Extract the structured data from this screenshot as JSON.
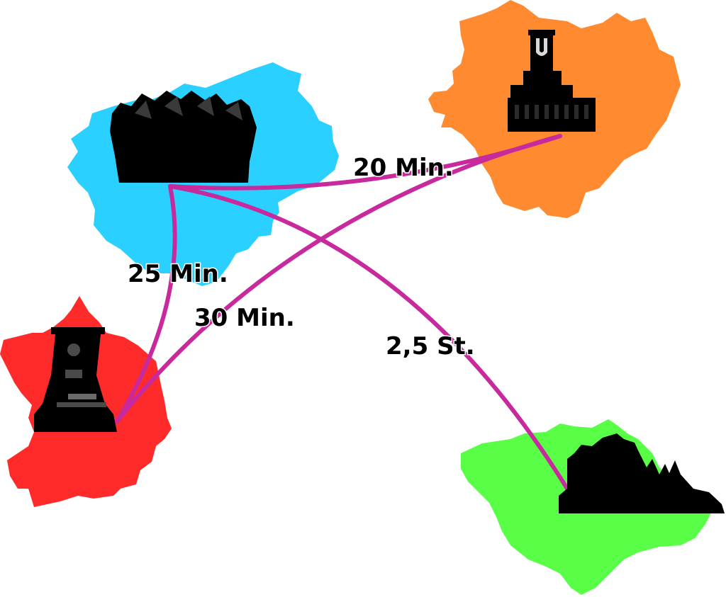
{
  "colors": {
    "blue_region": "#2ad0ff",
    "orange_region": "#ff8a2f",
    "red_region": "#ff2a2a",
    "green_region": "#58ff46",
    "route_line": "#c82a9d",
    "silhouette": "#000000"
  },
  "regions": [
    {
      "name": "blue-region",
      "landmark_icon": "crown-building-icon"
    },
    {
      "name": "orange-region",
      "landmark_icon": "u-tower-icon"
    },
    {
      "name": "red-region",
      "landmark_icon": "mine-headframe-icon"
    },
    {
      "name": "green-region",
      "landmark_icon": "castle-icon"
    }
  ],
  "routes": [
    {
      "from": "blue-region",
      "to": "orange-region",
      "label": "20 Min."
    },
    {
      "from": "blue-region",
      "to": "red-region",
      "label": "25 Min."
    },
    {
      "from": "orange-region",
      "to": "red-region",
      "label": "30 Min."
    },
    {
      "from": "blue-region",
      "to": "green-region",
      "label": "2,5 St."
    }
  ]
}
